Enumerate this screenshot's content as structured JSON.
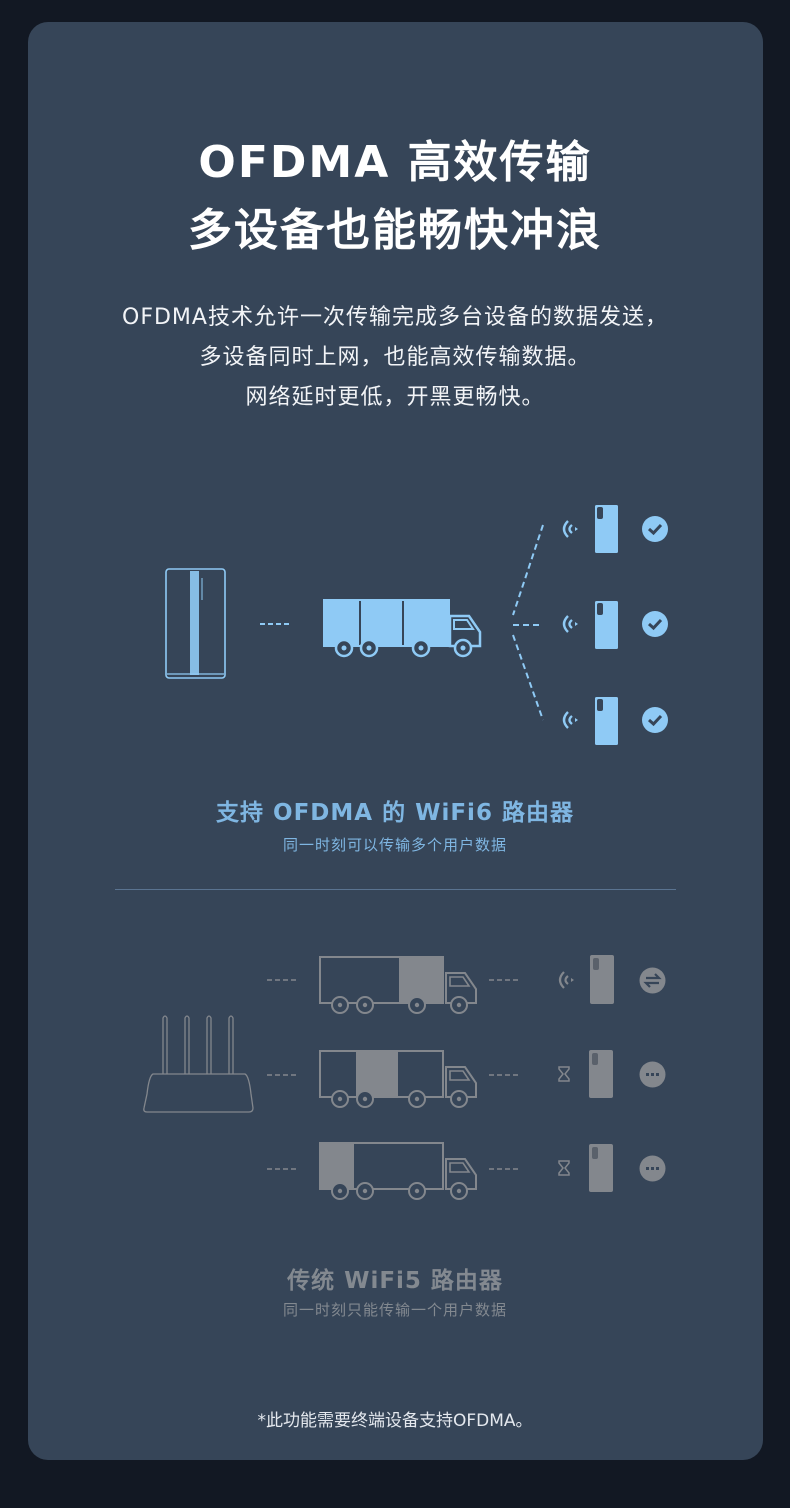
{
  "header": {
    "title_line1": "OFDMA 高效传输",
    "title_line2": "多设备也能畅快冲浪"
  },
  "description": {
    "line1": "OFDMA技术允许一次传输完成多台设备的数据发送，",
    "line2": "多设备同时上网，也能高效传输数据。",
    "line3": "网络延时更低，开黑更畅快。"
  },
  "wifi6_section": {
    "title": "支持 OFDMA 的 WiFi6 路由器",
    "subtitle": "同一时刻可以传输多个用户数据",
    "accent_color": "#8fcaf5",
    "devices": [
      {
        "signal_icon": "wifi-signal-icon",
        "status_icon": "check-circle-icon"
      },
      {
        "signal_icon": "wifi-signal-icon",
        "status_icon": "check-circle-icon"
      },
      {
        "signal_icon": "wifi-signal-icon",
        "status_icon": "check-circle-icon"
      }
    ]
  },
  "wifi5_section": {
    "title": "传统 WiFi5 路由器",
    "subtitle": "同一时刻只能传输一个用户数据",
    "accent_color": "#83878d",
    "rows": [
      {
        "signal_icon": "wifi-signal-icon",
        "status_icon": "transfer-arrows-icon",
        "filled_segment": "right"
      },
      {
        "signal_icon": "hourglass-icon",
        "status_icon": "more-dots-icon",
        "filled_segment": "middle"
      },
      {
        "signal_icon": "hourglass-icon",
        "status_icon": "more-dots-icon",
        "filled_segment": "left"
      }
    ]
  },
  "footnote": "*此功能需要终端设备支持OFDMA。",
  "colors": {
    "page_bg": "#121823",
    "card_bg": "#364558",
    "wifi6_blue": "#8fcaf5",
    "wifi5_gray": "#83878d",
    "divider": "#5a7390"
  }
}
